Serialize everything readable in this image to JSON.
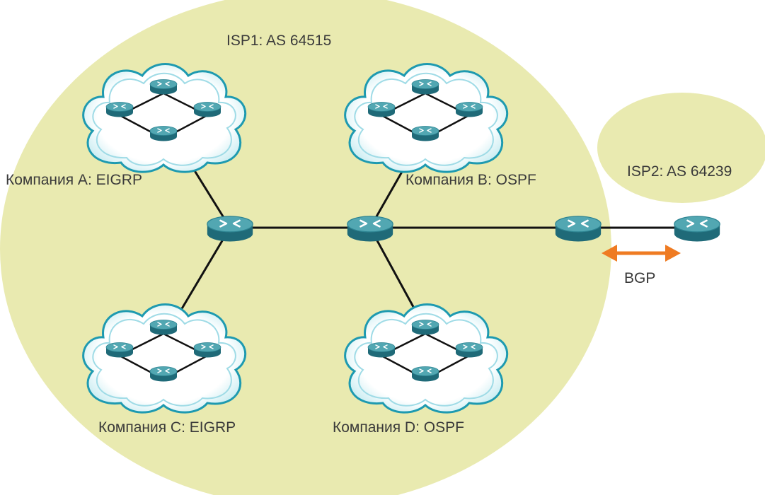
{
  "isp1": {
    "label": "ISP1: AS 64515"
  },
  "isp2": {
    "label": "ISP2: AS 64239"
  },
  "companies": [
    {
      "id": "a",
      "label": "Компания A: EIGRP"
    },
    {
      "id": "b",
      "label": "Компания B: OSPF"
    },
    {
      "id": "c",
      "label": "Компания C: EIGRP"
    },
    {
      "id": "d",
      "label": "Компания D: OSPF"
    }
  ],
  "link": {
    "protocol": "BGP"
  },
  "colors": {
    "isp_fill": "#e9eab0",
    "cloud_fill": "#ffffff",
    "cloud_stroke": "#1e9ab0",
    "router_top": "#52a7b2",
    "router_side": "#1f6a78",
    "link": "#111111",
    "arrow": "#ef7b22"
  }
}
